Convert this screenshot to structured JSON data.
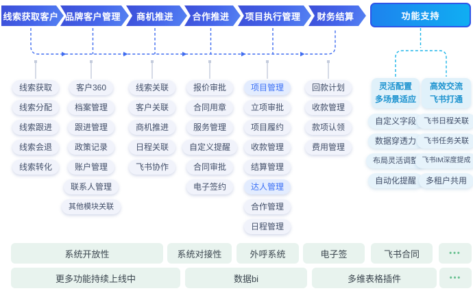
{
  "flow_steps": [
    {
      "label": "线索获取客户"
    },
    {
      "label": "品牌客户管理"
    },
    {
      "label": "商机推进"
    },
    {
      "label": "合作推进"
    },
    {
      "label": "项目执行管理"
    },
    {
      "label": "财务结算"
    }
  ],
  "support_button": {
    "label": "功能支持"
  },
  "columns": [
    {
      "items": [
        {
          "label": "线索获取"
        },
        {
          "label": "线索分配"
        },
        {
          "label": "线索跟进"
        },
        {
          "label": "线索会退"
        },
        {
          "label": "线索转化"
        }
      ]
    },
    {
      "items": [
        {
          "label": "客户360"
        },
        {
          "label": "档案管理"
        },
        {
          "label": "跟进管理"
        },
        {
          "label": "政策记录"
        },
        {
          "label": "账户管理"
        },
        {
          "label": "联系人管理"
        },
        {
          "label": "其他模块关联"
        }
      ]
    },
    {
      "items": [
        {
          "label": "线索关联"
        },
        {
          "label": "客户关联"
        },
        {
          "label": "商机推进"
        },
        {
          "label": "日程关联"
        },
        {
          "label": "飞书协作"
        }
      ]
    },
    {
      "items": [
        {
          "label": "报价审批"
        },
        {
          "label": "合同用章"
        },
        {
          "label": "服务管理"
        },
        {
          "label": "自定义提醒"
        },
        {
          "label": "合同审批"
        },
        {
          "label": "电子签约"
        }
      ]
    },
    {
      "items": [
        {
          "label": "项目管理",
          "highlight": true
        },
        {
          "label": "立项审批"
        },
        {
          "label": "项目履约"
        },
        {
          "label": "收款管理"
        },
        {
          "label": "结算管理"
        },
        {
          "label": "达人管理",
          "highlight": true
        },
        {
          "label": "合作管理"
        },
        {
          "label": "日程管理"
        }
      ]
    },
    {
      "items": [
        {
          "label": "回款计划"
        },
        {
          "label": "收款管理"
        },
        {
          "label": "款项认领"
        },
        {
          "label": "费用管理"
        }
      ]
    }
  ],
  "support_panel": {
    "groups": [
      {
        "title_lines": [
          "灵活配置",
          "多场景适应"
        ],
        "items": [
          {
            "label": "自定义字段"
          },
          {
            "label": "数据穿透力"
          },
          {
            "label": "布局灵活调整"
          },
          {
            "label": "自动化提醒"
          }
        ]
      },
      {
        "title_lines": [
          "高效交流",
          "飞书打通"
        ],
        "items": [
          {
            "label": "飞书日程关联"
          },
          {
            "label": "飞书任务关联"
          },
          {
            "label": "飞书IM深度提成"
          },
          {
            "label": "多租户共用"
          }
        ]
      }
    ]
  },
  "bottom_rows": [
    {
      "items": [
        {
          "label": "系统开放性"
        },
        {
          "label": "系统对接性"
        },
        {
          "label": "外呼系统"
        },
        {
          "label": "电子签"
        },
        {
          "label": "飞书合同"
        },
        {
          "label": "•••",
          "dots": true
        }
      ]
    },
    {
      "items": [
        {
          "label": "更多功能持续上线中"
        },
        {
          "label": "数据bi"
        },
        {
          "label": "多维表格插件"
        },
        {
          "label": "•••",
          "dots": true
        }
      ]
    }
  ],
  "colors": {
    "primary_blue": "#3f6cf0",
    "cyan": "#1ab4e8",
    "gray_line": "#c3cbdc",
    "arrow_dark": "#3c4fd8",
    "arrow_mid": "#4565ea",
    "arrow_light": "#5583f2",
    "support_border": "#2f55e8",
    "support_fill_l": "#1d83ee",
    "support_fill_r": "#10aef2",
    "pill_bg": "#f1f3fb",
    "pill_text": "#414e68",
    "hl_bg": "#e3ecfe",
    "hl_text": "#3b70f5",
    "support_head_bg": "#e0f1fa",
    "support_head_text": "#1d93cf",
    "support_item_bg": "#e6f3fb",
    "bottom_bg": "#e8f3ee",
    "bottom_text": "#3a454e",
    "dots_green": "#67c08f"
  }
}
